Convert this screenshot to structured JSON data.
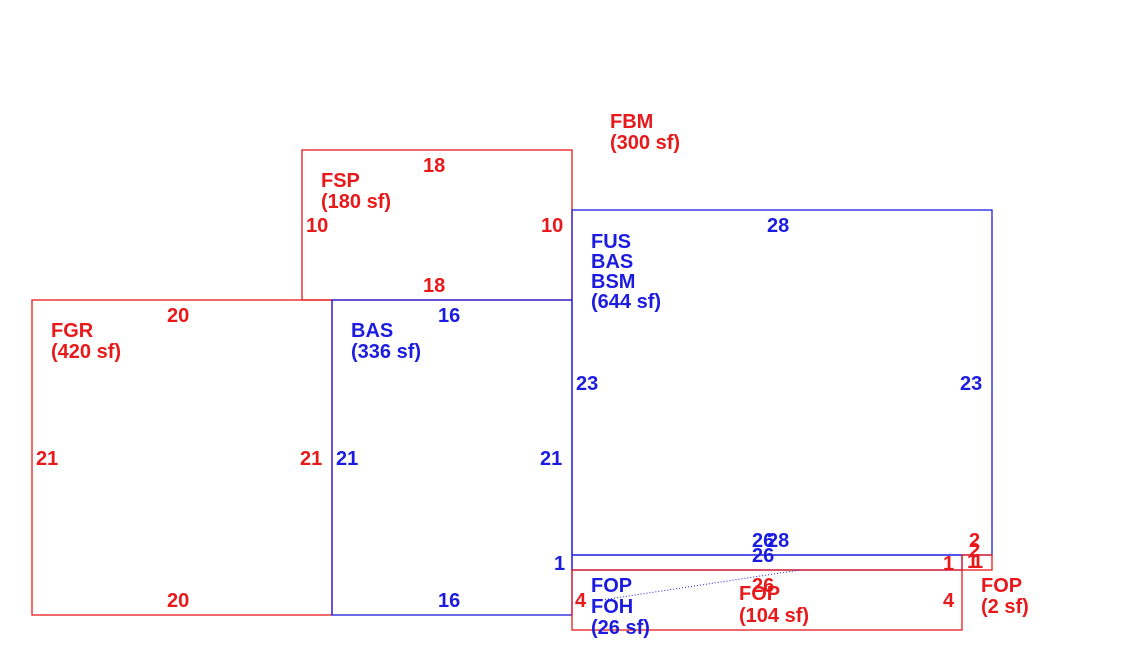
{
  "colors": {
    "red": "#e8191b",
    "blue": "#1c1ce0",
    "background": "#ffffff"
  },
  "areas": {
    "fbm": {
      "code": "FBM",
      "area": "(300 sf)"
    },
    "fsp": {
      "code": "FSP",
      "area": "(180 sf)"
    },
    "fgr": {
      "code": "FGR",
      "area": "(420 sf)"
    },
    "bas_side": {
      "code": "BAS",
      "area": "(336 sf)"
    },
    "main": {
      "codes": [
        "FUS",
        "BAS",
        "BSM"
      ],
      "area": "(644 sf)"
    },
    "fop_foh": {
      "codes": [
        "FOP",
        "FOH"
      ],
      "area": "(26 sf)"
    },
    "fop_porch": {
      "code": "FOP",
      "area": "(104 sf)"
    },
    "fop_small": {
      "code": "FOP",
      "area": "(2 sf)"
    }
  },
  "dimensions": {
    "fsp_top": "18",
    "fsp_bottom": "18",
    "fsp_left": "10",
    "fsp_right": "10",
    "fgr_top": "20",
    "fgr_bottom": "20",
    "fgr_left": "21",
    "fgr_right": "21",
    "bas_top": "16",
    "bas_bottom": "16",
    "bas_left": "21",
    "bas_right": "21",
    "main_top": "28",
    "main_left": "23",
    "main_right": "23",
    "main_bottom": "28",
    "strip_top": "26",
    "strip_left": "1",
    "strip_right": "1",
    "foh_top": "26",
    "foh_bottom": "26",
    "foh_left": "4",
    "foh_right": "4",
    "small_top": "2",
    "small_bottom": "2",
    "small_left": "1",
    "small_right": "1"
  }
}
